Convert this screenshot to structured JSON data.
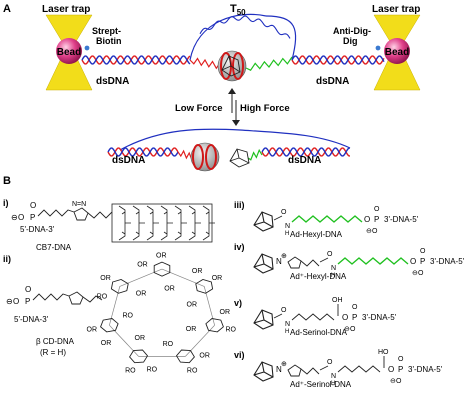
{
  "panel_a": {
    "panel_label": "A",
    "laser_trap_left": "Laser trap",
    "laser_trap_right": "Laser trap",
    "bead_left": "Bead",
    "bead_right": "Bead",
    "strept_line1": "Strept-",
    "strept_line2": "Biotin",
    "antidig_line1": "Anti-Dig-",
    "antidig_line2": "Dig",
    "t50_main": "T",
    "t50_sub": "50",
    "dsdna_top_left": "dsDNA",
    "dsdna_top_right": "dsDNA",
    "low_force": "Low Force",
    "high_force": "High Force",
    "dsdna_bottom_left": "dsDNA",
    "dsdna_bottom_right": "dsDNA",
    "colors": {
      "bead": "#e0408a",
      "cone": "#f2dd1a",
      "helix_red": "#e02020",
      "helix_blue": "#2030c0",
      "green": "#20c020"
    }
  },
  "panel_b": {
    "panel_label": "B",
    "i": {
      "label": "i)",
      "name": "CB7-DNA",
      "dna_end": "5'-DNA-3'",
      "oxide": "O",
      "charge": "⊖",
      "P": "P",
      "O_top": "O",
      "O_bottom": "O",
      "triazole": "N=N",
      "N1": "N",
      "N2": "N"
    },
    "ii": {
      "label": "ii)",
      "name": "β CD-DNA",
      "r_eq": "(R = H)",
      "dna_end": "5'-DNA-3'",
      "charge": "⊖",
      "P": "P",
      "O_top": "O",
      "O_bottom": "O",
      "or_labels": [
        "OR",
        "OR",
        "OR",
        "OR",
        "OR",
        "OR",
        "RO",
        "OR",
        "OR",
        "RO",
        "RO",
        "OR",
        "RO",
        "OR",
        "RO",
        "OR",
        "RO",
        "OR",
        "OR",
        "OR",
        "RO",
        "OR"
      ]
    },
    "iii": {
      "label": "iii)",
      "name": "Ad-Hexyl-DNA",
      "dna_end": "3'-DNA-5'",
      "charge": "⊖",
      "O": "O",
      "P": "P",
      "NH": "N",
      "H": "H"
    },
    "iv": {
      "label": "iv)",
      "name": "Ad⁺-Hexyl-DNA",
      "dna_end": "3'-DNA-5'",
      "charge": "⊖",
      "nplus": "N",
      "plus": "⊕",
      "O": "O",
      "P": "P",
      "NH": "N",
      "H": "H"
    },
    "v": {
      "label": "v)",
      "name": "Ad-Serinol-DNA",
      "dna_end": "3'-DNA-5'",
      "charge": "⊖",
      "O": "O",
      "P": "P",
      "OH": "OH",
      "NH": "N",
      "H": "H"
    },
    "vi": {
      "label": "vi)",
      "name": "Ad⁺-Serinol-DNA",
      "dna_end": "3'-DNA-5'",
      "charge": "⊖",
      "nplus": "N",
      "plus": "⊕",
      "O": "O",
      "P": "P",
      "HO": "HO",
      "NH": "N",
      "H": "H"
    }
  }
}
